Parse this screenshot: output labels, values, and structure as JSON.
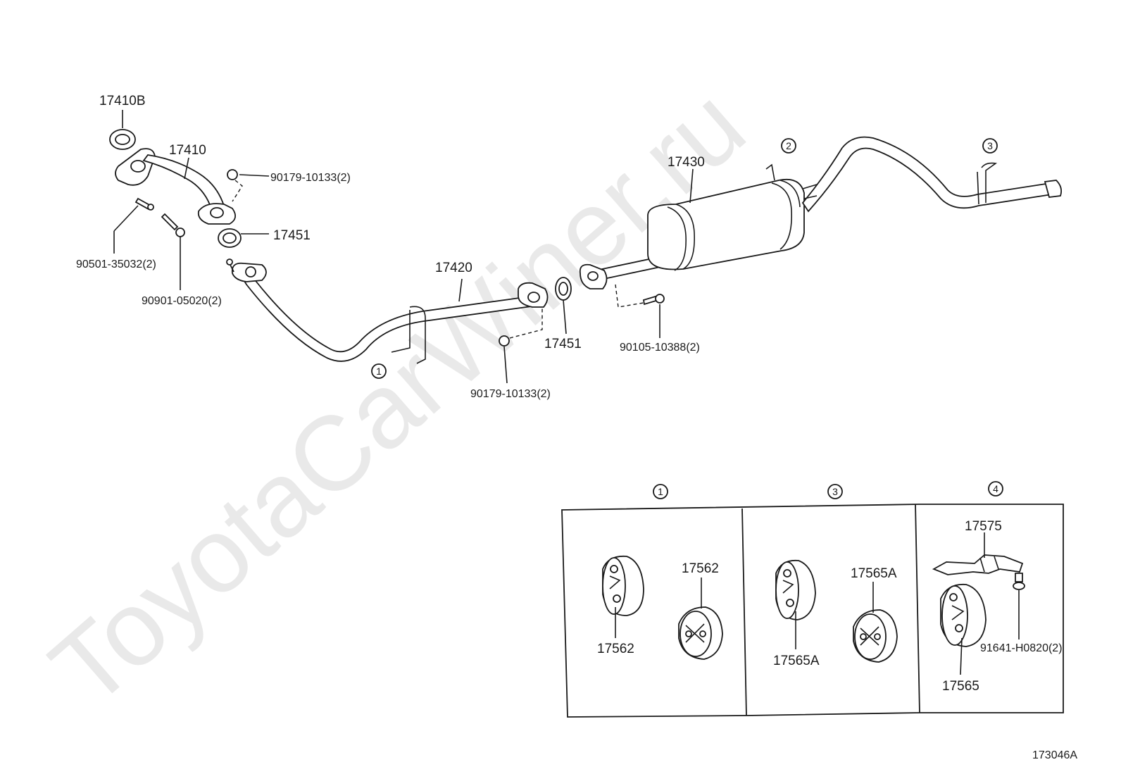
{
  "watermark": "ToyotaCarWiner.ru",
  "figure_id": "173046A",
  "callouts": {
    "c1": "1",
    "c2": "2",
    "c3": "3",
    "c4": "4"
  },
  "parts": {
    "p17410B": "17410B",
    "p17410": "17410",
    "nut_a": "90179-10133(2)",
    "gasket_a": "17451",
    "stud": "90501-35032(2)",
    "bolt_a": "90901-05020(2)",
    "p17420": "17420",
    "gasket_b": "17451",
    "nut_b": "90179-10133(2)",
    "bolt_b": "90105-10388(2)",
    "p17430": "17430"
  },
  "detail_boxes": [
    {
      "callout": "1",
      "labels": [
        "17562",
        "17562"
      ]
    },
    {
      "callout": "3",
      "labels": [
        "17565A",
        "17565A"
      ]
    },
    {
      "callout": "4",
      "labels": [
        "17575",
        "91641-H0820(2)",
        "17565"
      ]
    }
  ]
}
